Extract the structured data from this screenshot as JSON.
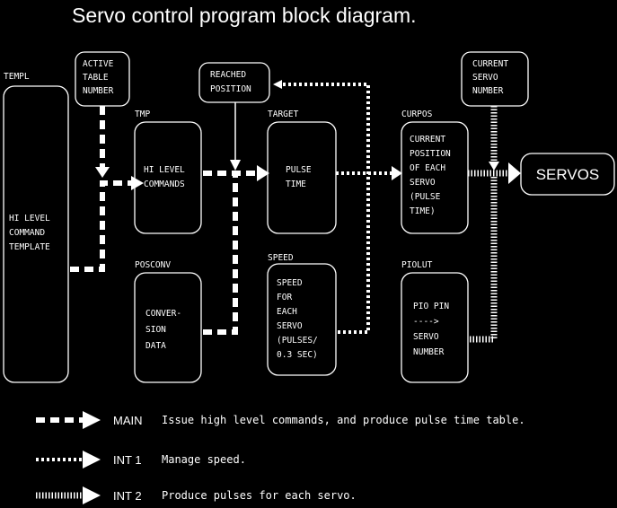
{
  "title": "Servo control program block diagram.",
  "nodes": {
    "templ": {
      "label": "TEMPL",
      "lines": [
        "HI LEVEL",
        "COMMAND",
        "TEMPLATE"
      ]
    },
    "active_table": {
      "lines": [
        "ACTIVE",
        "TABLE",
        "NUMBER"
      ]
    },
    "tmp": {
      "label": "TMP",
      "lines": [
        "HI LEVEL",
        "COMMANDS"
      ]
    },
    "posconv": {
      "label": "POSCONV",
      "lines": [
        "CONVER-",
        "SION",
        "DATA"
      ]
    },
    "reached": {
      "lines": [
        "REACHED",
        "POSITION"
      ]
    },
    "target": {
      "label": "TARGET",
      "lines": [
        "PULSE",
        "TIME"
      ]
    },
    "speed": {
      "label": "SPEED",
      "lines": [
        "SPEED",
        "FOR",
        "EACH",
        "SERVO",
        "(PULSES/",
        "0.3 SEC)"
      ]
    },
    "curpos": {
      "label": "CURPOS",
      "lines": [
        "CURRENT",
        "POSITION",
        "OF EACH",
        "SERVO",
        "(PULSE",
        "TIME)"
      ]
    },
    "piolut": {
      "label": "PIOLUT",
      "lines": [
        "PIO PIN",
        "---->",
        "SERVO",
        "NUMBER"
      ]
    },
    "current_servo": {
      "lines": [
        "CURRENT",
        "SERVO",
        "NUMBER"
      ]
    },
    "servos": {
      "lines": [
        "SERVOS"
      ]
    }
  },
  "legend": [
    {
      "name": "MAIN",
      "style": "dash",
      "description": "Issue high level commands, and produce pulse time table."
    },
    {
      "name": "INT 1",
      "style": "dot",
      "description": "Manage speed."
    },
    {
      "name": "INT 2",
      "style": "hatch",
      "description": "Produce pulses for each servo."
    }
  ],
  "colors": {
    "background": "#000000",
    "foreground": "#ffffff"
  }
}
